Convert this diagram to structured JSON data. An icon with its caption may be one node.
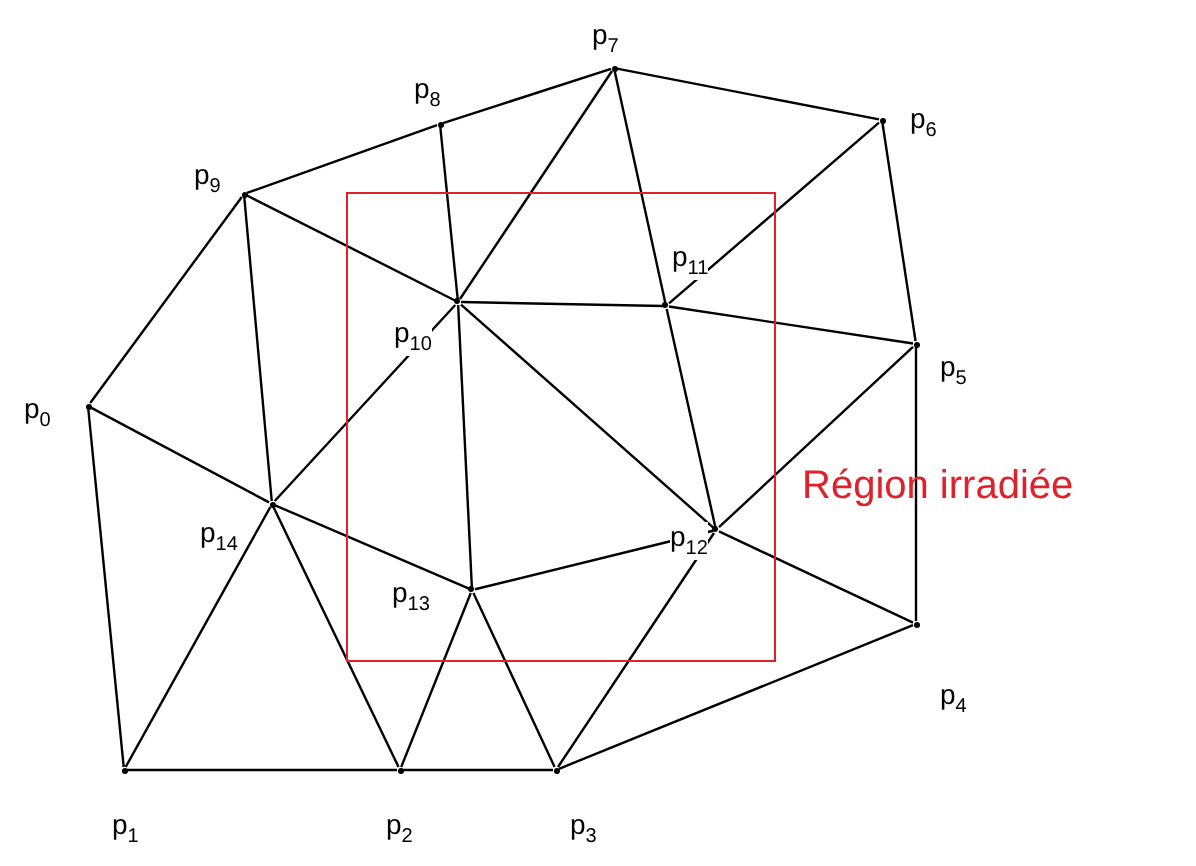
{
  "diagram": {
    "nodes": [
      {
        "text": [
          "Région irradiée"
        ]
      },
      {
        "text": [],
        "shape": "point",
        "beside": [
          "p$_{0}$"
        ]
      },
      {
        "text": [],
        "shape": "point",
        "beside": [
          "p$_{1}$"
        ]
      },
      {
        "text": [],
        "shape": "point",
        "beside": [
          "p$_{2}$"
        ]
      },
      {
        "text": [],
        "shape": "point",
        "beside": [
          "p$_{3}$"
        ]
      },
      {
        "text": [],
        "shape": "point",
        "beside": [
          "p$_{4}$"
        ]
      },
      {
        "text": [],
        "shape": "point",
        "beside": [
          "p$_{5}$"
        ]
      },
      {
        "text": [],
        "shape": "point",
        "beside": [
          "p$_{6}$"
        ]
      },
      {
        "text": [],
        "shape": "point",
        "beside": [
          "p$_{7}$"
        ]
      },
      {
        "text": [],
        "shape": "point",
        "beside": [
          "p$_{8}$"
        ]
      },
      {
        "text": [],
        "shape": "point",
        "beside": [
          "p$_{9}$"
        ]
      },
      {
        "text": [],
        "shape": "point",
        "beside": [
          "p$_{10}$"
        ],
        "in": 0
      },
      {
        "text": [],
        "shape": "point",
        "beside": [
          "p$_{11}$"
        ],
        "in": 0
      },
      {
        "text": [],
        "shape": "point",
        "beside": [
          "p$_{12}$"
        ],
        "in": 0
      },
      {
        "text": [],
        "shape": "point",
        "beside": [
          "p$_{13}$"
        ],
        "in": 0
      },
      {
        "text": [],
        "shape": "point",
        "beside": [
          "p$_{14}$"
        ]
      }
    ],
    "edges": [
      {
        "from": 1,
        "to": 2,
        "arrow": "none"
      },
      {
        "from": 1,
        "to": 10,
        "arrow": "none"
      },
      {
        "from": 1,
        "to": 15,
        "arrow": "none"
      },
      {
        "from": 2,
        "to": 3,
        "arrow": "none"
      },
      {
        "from": 3,
        "to": 4,
        "arrow": "none"
      },
      {
        "from": 2,
        "to": 15,
        "arrow": "none"
      },
      {
        "from": 10,
        "to": 9,
        "arrow": "none"
      },
      {
        "from": 9,
        "to": 8,
        "arrow": "none"
      },
      {
        "from": 8,
        "to": 7,
        "arrow": "none"
      },
      {
        "from": 7,
        "to": 6,
        "arrow": "none"
      },
      {
        "from": 6,
        "to": 5,
        "arrow": "none"
      },
      {
        "from": 5,
        "to": 4,
        "arrow": "none"
      },
      {
        "from": 5,
        "to": 13,
        "arrow": "none"
      },
      {
        "from": 4,
        "to": 13,
        "arrow": "none"
      },
      {
        "from": 4,
        "to": 14,
        "arrow": "none"
      },
      {
        "from": 3,
        "to": 14,
        "arrow": "none"
      },
      {
        "from": 3,
        "to": 15,
        "arrow": "none"
      },
      {
        "from": 15,
        "to": 14,
        "arrow": "none"
      },
      {
        "from": 15,
        "to": 10,
        "arrow": "none"
      },
      {
        "from": 15,
        "to": 11,
        "arrow": "none"
      },
      {
        "from": 10,
        "to": 11,
        "arrow": "none"
      },
      {
        "from": 9,
        "to": 11,
        "arrow": "none"
      },
      {
        "from": 8,
        "to": 11,
        "arrow": "none"
      },
      {
        "from": 8,
        "to": 12,
        "arrow": "none"
      },
      {
        "from": 7,
        "to": 12,
        "arrow": "none"
      },
      {
        "from": 11,
        "to": 12,
        "arrow": "none"
      },
      {
        "from": 12,
        "to": 6,
        "arrow": "none"
      },
      {
        "from": 12,
        "to": 13,
        "arrow": "none"
      },
      {
        "from": 11,
        "to": 13,
        "arrow": "none"
      },
      {
        "from": 11,
        "to": 14,
        "arrow": "none"
      },
      {
        "from": 14,
        "to": 13,
        "arrow": "none"
      },
      {
        "from": 13,
        "to": 6,
        "arrow": "none"
      }
    ]
  }
}
